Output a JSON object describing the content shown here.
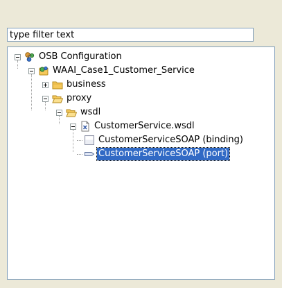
{
  "filter": {
    "placeholder": "type filter text"
  },
  "tree": {
    "nodes": [
      {
        "label": "OSB Configuration",
        "icon": "osb-config-icon",
        "state": "expanded"
      },
      {
        "label": "WAAI_Case1_Customer_Service",
        "icon": "project-icon",
        "state": "expanded"
      },
      {
        "label": "business",
        "icon": "folder-icon",
        "state": "collapsed"
      },
      {
        "label": "proxy",
        "icon": "folder-open-icon",
        "state": "expanded"
      },
      {
        "label": "wsdl",
        "icon": "folder-open-icon",
        "state": "expanded"
      },
      {
        "label": "CustomerService.wsdl",
        "icon": "wsdl-file-icon",
        "state": "expanded"
      },
      {
        "label": "CustomerServiceSOAP (binding)",
        "icon": "binding-icon",
        "state": "leaf"
      },
      {
        "label": "CustomerServiceSOAP (port)",
        "icon": "port-icon",
        "state": "leaf",
        "selected": true
      }
    ]
  },
  "colors": {
    "panel_background": "#ece9d8",
    "border": "#7f9db9",
    "selection": "#316ac5",
    "folder": "#f5c85a"
  }
}
